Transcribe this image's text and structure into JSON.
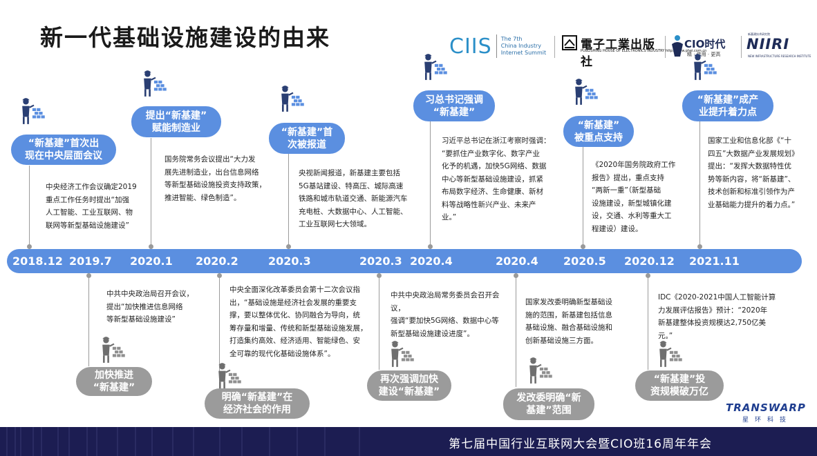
{
  "title": "新一代基础设施建设的由来",
  "logos": {
    "ciis_big": "CIIS",
    "ciis_line1": "The 7th",
    "ciis_line2": "China Industry",
    "ciis_line3": "Internet Summit",
    "phei_cn": "電子工業出版社",
    "phei_en": "PUBLISHING HOUSE OF ELECTRONICS INDUSTRY  http://www.phei.com.cn",
    "cio_name": "CIO时代",
    "cio_sub": "精 · 信用 · 更高",
    "niiri_top": "新基建技术研究院",
    "niiri_name": "NIIRI",
    "niiri_bottom": "NEW INFRASTRUCTURE RESEARCH INSTITUTE"
  },
  "dates": [
    "2018.12",
    "2019.7",
    "2020.1",
    "2020.2",
    "2020.3",
    "2020.3",
    "2020.4",
    "2020.4",
    "2020.5",
    "2020.12",
    "2021.11"
  ],
  "events_top": [
    {
      "pill": "“新基建”首次出\n现在中央层面会议",
      "desc": "中央经济工作会议确定2019\n重点工作任务时提出“加强\n人工智能、工业互联网、物\n联网等新型基础设施建设”"
    },
    {
      "pill": "提出“新基建”\n赋能制造业",
      "desc": "国务院常务会议提出“大力发\n展先进制造业，出台信息网络\n等新型基础设施投资支持政策，\n推进智能、绿色制造”。"
    },
    {
      "pill": "“新基建”首\n次被报道",
      "desc": "央视新闻报道，新基建主要包括\n5G基站建设、特高压、城际高速\n铁路和城市轨道交通、新能源汽车\n充电桩、大数据中心、人工智能、\n工业互联网七大领域。"
    },
    {
      "pill": "习总书记强调\n“新基建”",
      "desc": "习近平总书记在浙江考察时强调：\n“要抓住产业数字化、数字产业\n化予的机遇，加快5G网络、数据\n中心等新型基础设施建设，抓紧\n布局数字经济、生命健康、新材\n料等战略性新兴产业、未来产\n业。”"
    },
    {
      "pill": "“新基建”\n被重点支持",
      "desc": "《2020年国务院政府工作\n报告》提出，重点支持\n“两新一重”（新型基础\n设施建设，新型城镇化建\n设，交通、水利等重大工\n程建设）建设。"
    },
    {
      "pill": "“新基建”成产\n业提升着力点",
      "desc": "国家工业和信息化部《“十\n四五”大数据产业发展规划》\n提出：“发挥大数据特性优\n势等新内容，将“新基建”、\n技术创新和标准引领作为产\n业基础能力提升的着力点。”"
    }
  ],
  "events_bottom": [
    {
      "pill": "加快推进\n“新基建”",
      "desc": "中共中央政治局召开会议，\n提出“加快推进信息网络\n等新型基础设施建设”"
    },
    {
      "pill": "明确“新基建”在\n经济社会的作用",
      "desc": "中央全面深化改革委员会第十二次会议指\n出，“基础设施是经济社会发展的重要支\n撑，要以整体优化、协同融合为导向，统\n筹存量和增量、传统和新型基础设施发展，\n打造集约高效、经济适用、智能绿色、安\n全可靠的现代化基础设施体系”。"
    },
    {
      "pill": "再次强调加快\n建设“新基建”",
      "desc": "中共中央政治局常务委员会召开会议，\n强调“要加快5G网络、数据中心等\n新型基础设施建设进度”。"
    },
    {
      "pill": "发改委明确“新\n基建”范围",
      "desc": "国家发改委明确新型基础设\n施的范围，新基建包括信息\n基础设施、融合基础设施和\n创新基础设施三方面。"
    },
    {
      "pill": "“新基建”投\n资规模破万亿",
      "desc": "IDC《2020-2021中国人工智能计算\n力发展评估报告》预计：“2020年\n新基建整体投资规模达2,750亿美\n元。”"
    }
  ],
  "transwarp": {
    "name": "TRANSWARP",
    "cn": "星环科技"
  },
  "footer": "第七届中国行业互联网大会暨CIO班16周年年会",
  "colors": {
    "blue": "#5b8fe0",
    "gray": "#9b9b9b",
    "navy": "#1c1d52"
  }
}
